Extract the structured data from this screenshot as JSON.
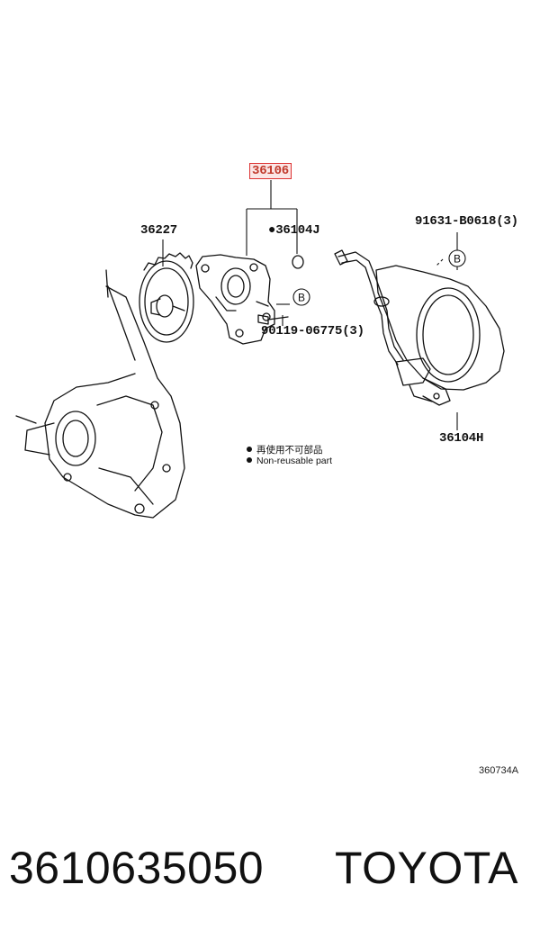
{
  "callouts": {
    "assembly": "36106",
    "gear": "36227",
    "gasket": "●36104J",
    "bolt_top": "91631-B0618(3)",
    "bolt_mid": "90119-06775(3)",
    "cover": "36104H",
    "b_marker": "B"
  },
  "legend": {
    "chinese": "再使用不可部品",
    "english": "Non-reusable part"
  },
  "figure_number": "360734A",
  "footer": {
    "part_number": "3610635050",
    "brand": "TOYOTA"
  },
  "colors": {
    "highlight_border": "#d33333",
    "highlight_fill": "#fbe6e6",
    "line": "#111111"
  }
}
